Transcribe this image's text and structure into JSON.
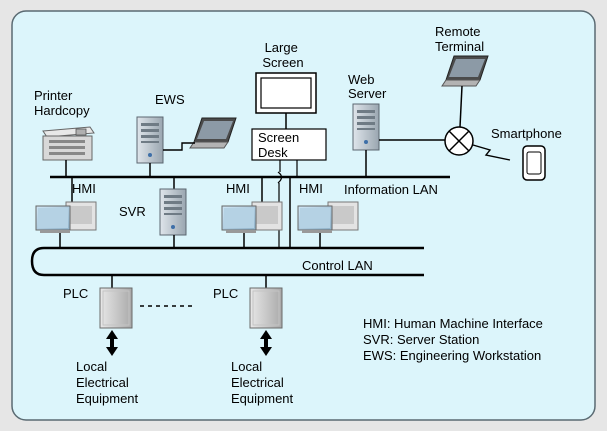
{
  "labels": {
    "large_screen": [
      "Large",
      "Screen"
    ],
    "remote_terminal": [
      "Remote",
      "Terminal"
    ],
    "web_server": [
      "Web",
      "Server"
    ],
    "printer": [
      "Printer",
      "Hardcopy"
    ],
    "ews": "EWS",
    "screen_desk": [
      "Screen",
      "Desk"
    ],
    "smartphone": "Smartphone",
    "hmi": "HMI",
    "information_lan": "Information LAN",
    "svr": "SVR",
    "control_lan": "Control LAN",
    "plc": "PLC",
    "local_equipment": [
      "Local",
      "Electrical",
      "Equipment"
    ]
  },
  "legend": [
    "HMI: Human Machine Interface",
    "SVR: Server Station",
    "EWS: Engineering Workstation"
  ]
}
